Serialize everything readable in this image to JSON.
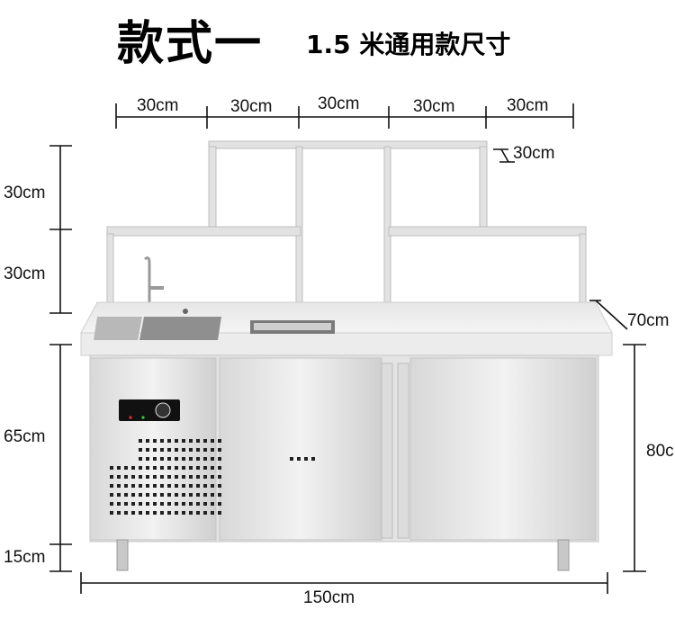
{
  "title": {
    "main": "款式一",
    "sub": "1.5 米通用款尺寸"
  },
  "dimensions": {
    "top_segments": [
      "30cm",
      "30cm",
      "30cm",
      "30cm",
      "30cm"
    ],
    "shelf_depth": "30cm",
    "left_upper_shelf_height": "30cm",
    "left_lower_shelf_height": "30cm",
    "cabinet_height": "65cm",
    "leg_height": "15cm",
    "counter_depth": "70cm",
    "total_height": "80c",
    "total_width": "150cm"
  },
  "colors": {
    "steel_light": "#ececec",
    "steel_mid": "#d4d4d4",
    "steel_dark": "#a8a8a8",
    "line": "#111111"
  }
}
